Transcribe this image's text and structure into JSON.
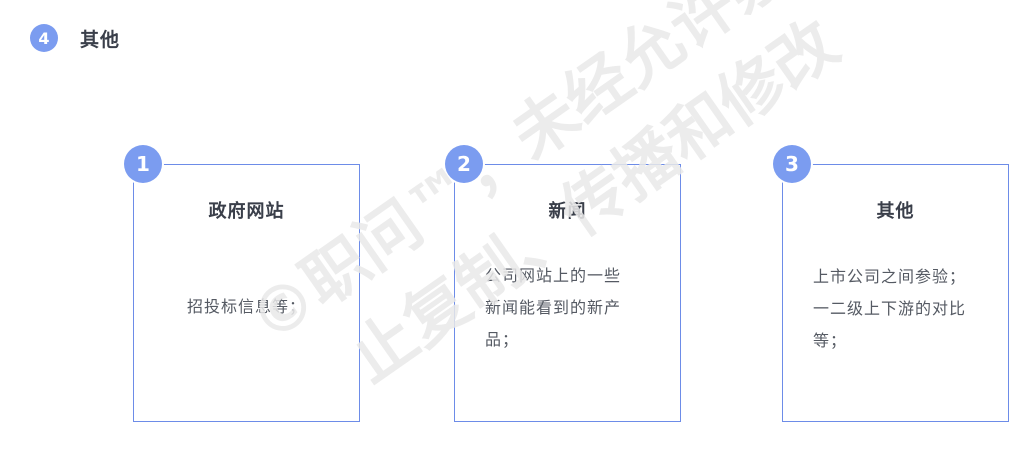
{
  "section": {
    "number": "4",
    "title": "其他"
  },
  "cards": [
    {
      "badge": "1",
      "title": "政府网站",
      "lines": [
        "招投标信息等；"
      ]
    },
    {
      "badge": "2",
      "title": "新闻",
      "lines": [
        "公司网站上的一些",
        "新闻能看到的新产",
        "品；"
      ]
    },
    {
      "badge": "3",
      "title": "其他",
      "lines": [
        "上市公司之间参验；",
        "一二级上下游的对比",
        "等；"
      ]
    }
  ],
  "watermark": {
    "text": "©职问™，未经允许禁止复制、传播和修改",
    "color": "#e9e9e9"
  },
  "colors": {
    "accent": "#7b9cf0",
    "card_border": "#6d8ce8",
    "title_text": "#3a3f4a",
    "body_text": "#555a63"
  }
}
